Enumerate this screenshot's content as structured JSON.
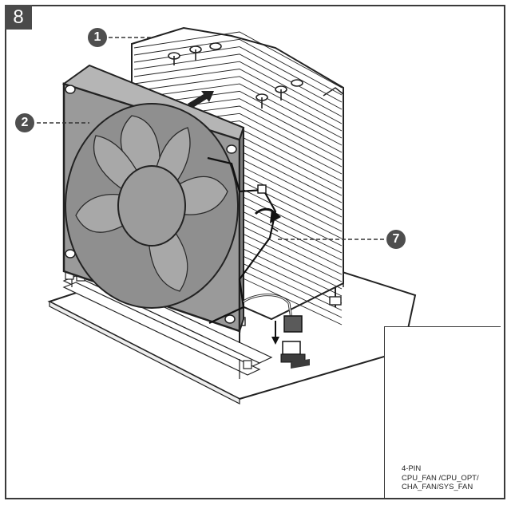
{
  "step_number": "8",
  "callouts": {
    "heatsink": "1",
    "fan": "2",
    "clip": "7"
  },
  "connector_inset": {
    "pin_label": "4-PIN",
    "headers_line1": "CPU_FAN /CPU_OPT/",
    "headers_line2": "CHA_FAN/SYS_FAN"
  },
  "colors": {
    "frame": "#3a3a3a",
    "fan_fill": "#9a9a9a",
    "callout_fill": "#4e4e4e",
    "line": "#222222"
  }
}
